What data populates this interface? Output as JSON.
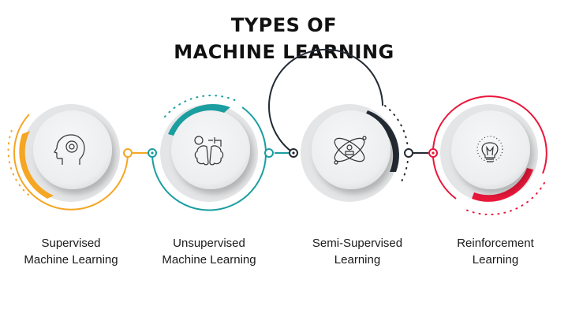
{
  "title": {
    "line1": "TYPES OF",
    "line2": "MACHINE LEARNING"
  },
  "steps": [
    {
      "line1": "Supervised",
      "line2": "Machine Learning",
      "color": "#f5a623",
      "icon": "head-gear-icon"
    },
    {
      "line1": "Unsupervised",
      "line2": "Machine Learning",
      "color": "#1a9ea0",
      "icon": "brain-plug-icon"
    },
    {
      "line1": "Semi-Supervised",
      "line2": "Learning",
      "color": "#232a33",
      "icon": "atom-person-icon"
    },
    {
      "line1": "Reinforcement",
      "line2": "Learning",
      "color": "#e8173a",
      "icon": "lightbulb-icon"
    }
  ]
}
